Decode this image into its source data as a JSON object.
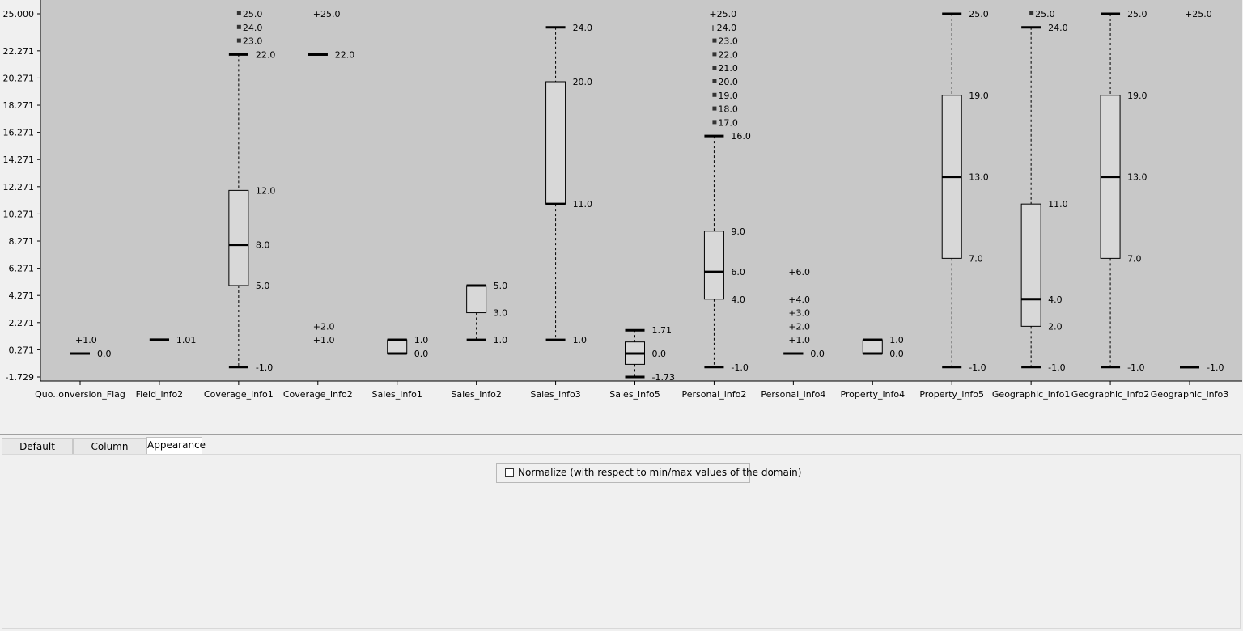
{
  "tabs": [
    {
      "label": "Default Settings",
      "active": false
    },
    {
      "label": "Column Selection",
      "active": false
    },
    {
      "label": "Appearance",
      "active": true
    }
  ],
  "appearance": {
    "normalize_label": "Normalize (with respect to min/max values of the domain)",
    "normalize_checked": false
  },
  "colors": {
    "plot_background": "#c8c8c8",
    "box_fill": "#d8d8d8",
    "line": "#000000"
  },
  "chart_data": {
    "type": "boxplot",
    "ylim": [
      -1.729,
      25.0
    ],
    "y_tick_labels": [
      "25.000",
      "22.271",
      "20.271",
      "18.271",
      "16.271",
      "14.271",
      "12.271",
      "10.271",
      "8.271",
      "6.271",
      "4.271",
      "2.271",
      "0.271",
      "-1.729"
    ],
    "y_ticks": [
      25.0,
      22.271,
      20.271,
      18.271,
      16.271,
      14.271,
      12.271,
      10.271,
      8.271,
      6.271,
      4.271,
      2.271,
      0.271,
      -1.729
    ],
    "columns": [
      {
        "name": "Quo..onversion_Flag",
        "min": 0.0,
        "q1": 0.0,
        "median": 0.0,
        "q3": 0.0,
        "max": 0.0,
        "labels": [
          {
            "v": 0.0,
            "t": "0.0"
          }
        ],
        "outliers": [
          {
            "v": 1.0,
            "t": "1.0",
            "kind": "plus"
          }
        ]
      },
      {
        "name": "Field_info2",
        "min": 1.0,
        "q1": 1.0,
        "median": 1.01,
        "q3": 1.02,
        "max": 1.02,
        "labels": [
          {
            "v": 1.01,
            "t": "1.01"
          }
        ],
        "outliers": []
      },
      {
        "name": "Coverage_info1",
        "min": -1.0,
        "q1": 5.0,
        "median": 8.0,
        "q3": 12.0,
        "max": 22.0,
        "labels": [
          {
            "v": 22.0,
            "t": "22.0"
          },
          {
            "v": 12.0,
            "t": "12.0"
          },
          {
            "v": 8.0,
            "t": "8.0"
          },
          {
            "v": 5.0,
            "t": "5.0"
          },
          {
            "v": -1.0,
            "t": "-1.0"
          }
        ],
        "outliers": [
          {
            "v": 25.0,
            "t": "25.0",
            "kind": "square"
          },
          {
            "v": 24.0,
            "t": "24.0",
            "kind": "square"
          },
          {
            "v": 23.0,
            "t": "23.0",
            "kind": "square"
          }
        ]
      },
      {
        "name": "Coverage_info2",
        "min": 22.0,
        "q1": 22.0,
        "median": 22.0,
        "q3": 22.0,
        "max": 22.0,
        "labels": [
          {
            "v": 22.0,
            "t": "22.0"
          }
        ],
        "outliers": [
          {
            "v": 25.0,
            "t": "25.0",
            "kind": "plus"
          },
          {
            "v": 2.0,
            "t": "2.0",
            "kind": "plus"
          },
          {
            "v": 1.0,
            "t": "1.0",
            "kind": "plus"
          }
        ]
      },
      {
        "name": "Sales_info1",
        "min": 0.0,
        "q1": 0.0,
        "median": 1.0,
        "q3": 1.0,
        "max": 1.0,
        "labels": [
          {
            "v": 1.0,
            "t": "1.0"
          },
          {
            "v": 0.0,
            "t": "0.0"
          }
        ],
        "outliers": []
      },
      {
        "name": "Sales_info2",
        "min": 1.0,
        "q1": 3.0,
        "median": 5.0,
        "q3": 5.0,
        "max": 5.0,
        "labels": [
          {
            "v": 5.0,
            "t": "5.0"
          },
          {
            "v": 3.0,
            "t": "3.0"
          },
          {
            "v": 1.0,
            "t": "1.0"
          }
        ],
        "outliers": []
      },
      {
        "name": "Sales_info3",
        "min": 1.0,
        "q1": 11.0,
        "median": 11.0,
        "q3": 20.0,
        "max": 24.0,
        "labels": [
          {
            "v": 24.0,
            "t": "24.0"
          },
          {
            "v": 20.0,
            "t": "20.0"
          },
          {
            "v": 11.0,
            "t": "11.0"
          },
          {
            "v": 1.0,
            "t": "1.0"
          }
        ],
        "outliers": []
      },
      {
        "name": "Sales_info5",
        "min": -1.73,
        "q1": -0.8,
        "median": 0.0,
        "q3": 0.85,
        "max": 1.71,
        "labels": [
          {
            "v": 1.71,
            "t": "1.71"
          },
          {
            "v": 0.0,
            "t": "0.0"
          },
          {
            "v": -1.73,
            "t": "-1.73"
          }
        ],
        "outliers": []
      },
      {
        "name": "Personal_info2",
        "min": -1.0,
        "q1": 4.0,
        "median": 6.0,
        "q3": 9.0,
        "max": 16.0,
        "labels": [
          {
            "v": 16.0,
            "t": "16.0"
          },
          {
            "v": 9.0,
            "t": "9.0"
          },
          {
            "v": 6.0,
            "t": "6.0"
          },
          {
            "v": 4.0,
            "t": "4.0"
          },
          {
            "v": -1.0,
            "t": "-1.0"
          }
        ],
        "outliers": [
          {
            "v": 25.0,
            "t": "25.0",
            "kind": "plus"
          },
          {
            "v": 24.0,
            "t": "24.0",
            "kind": "plus"
          },
          {
            "v": 23.0,
            "t": "23.0",
            "kind": "square"
          },
          {
            "v": 22.0,
            "t": "22.0",
            "kind": "square"
          },
          {
            "v": 21.0,
            "t": "21.0",
            "kind": "square"
          },
          {
            "v": 20.0,
            "t": "20.0",
            "kind": "square"
          },
          {
            "v": 19.0,
            "t": "19.0",
            "kind": "square"
          },
          {
            "v": 18.0,
            "t": "18.0",
            "kind": "square"
          },
          {
            "v": 17.0,
            "t": "17.0",
            "kind": "square"
          }
        ]
      },
      {
        "name": "Personal_info4",
        "min": 0.0,
        "q1": 0.0,
        "median": 0.0,
        "q3": 0.0,
        "max": 0.0,
        "labels": [
          {
            "v": 0.0,
            "t": "0.0"
          }
        ],
        "outliers": [
          {
            "v": 6.0,
            "t": "6.0",
            "kind": "plus"
          },
          {
            "v": 4.0,
            "t": "4.0",
            "kind": "plus"
          },
          {
            "v": 3.0,
            "t": "3.0",
            "kind": "plus"
          },
          {
            "v": 2.0,
            "t": "2.0",
            "kind": "plus"
          },
          {
            "v": 1.0,
            "t": "1.0",
            "kind": "plus"
          }
        ]
      },
      {
        "name": "Property_info4",
        "min": 0.0,
        "q1": 0.0,
        "median": 1.0,
        "q3": 1.0,
        "max": 1.0,
        "labels": [
          {
            "v": 1.0,
            "t": "1.0"
          },
          {
            "v": 0.0,
            "t": "0.0"
          }
        ],
        "outliers": []
      },
      {
        "name": "Property_info5",
        "min": -1.0,
        "q1": 7.0,
        "median": 13.0,
        "q3": 19.0,
        "max": 25.0,
        "labels": [
          {
            "v": 25.0,
            "t": "25.0"
          },
          {
            "v": 19.0,
            "t": "19.0"
          },
          {
            "v": 13.0,
            "t": "13.0"
          },
          {
            "v": 7.0,
            "t": "7.0"
          },
          {
            "v": -1.0,
            "t": "-1.0"
          }
        ],
        "outliers": []
      },
      {
        "name": "Geographic_info1",
        "min": -1.0,
        "q1": 2.0,
        "median": 4.0,
        "q3": 11.0,
        "max": 24.0,
        "labels": [
          {
            "v": 24.0,
            "t": "24.0"
          },
          {
            "v": 11.0,
            "t": "11.0"
          },
          {
            "v": 4.0,
            "t": "4.0"
          },
          {
            "v": 2.0,
            "t": "2.0"
          },
          {
            "v": -1.0,
            "t": "-1.0"
          }
        ],
        "outliers": [
          {
            "v": 25.0,
            "t": "25.0",
            "kind": "square"
          }
        ]
      },
      {
        "name": "Geographic_info2",
        "min": -1.0,
        "q1": 7.0,
        "median": 13.0,
        "q3": 19.0,
        "max": 25.0,
        "labels": [
          {
            "v": 25.0,
            "t": "25.0"
          },
          {
            "v": 19.0,
            "t": "19.0"
          },
          {
            "v": 13.0,
            "t": "13.0"
          },
          {
            "v": 7.0,
            "t": "7.0"
          },
          {
            "v": -1.0,
            "t": "-1.0"
          }
        ],
        "outliers": []
      },
      {
        "name": "Geographic_info3",
        "min": -1.0,
        "q1": -1.0,
        "median": -1.0,
        "q3": -1.0,
        "max": -1.0,
        "labels": [
          {
            "v": -1.0,
            "t": "-1.0"
          }
        ],
        "outliers": [
          {
            "v": 25.0,
            "t": "25.0",
            "kind": "plus"
          }
        ]
      }
    ]
  }
}
